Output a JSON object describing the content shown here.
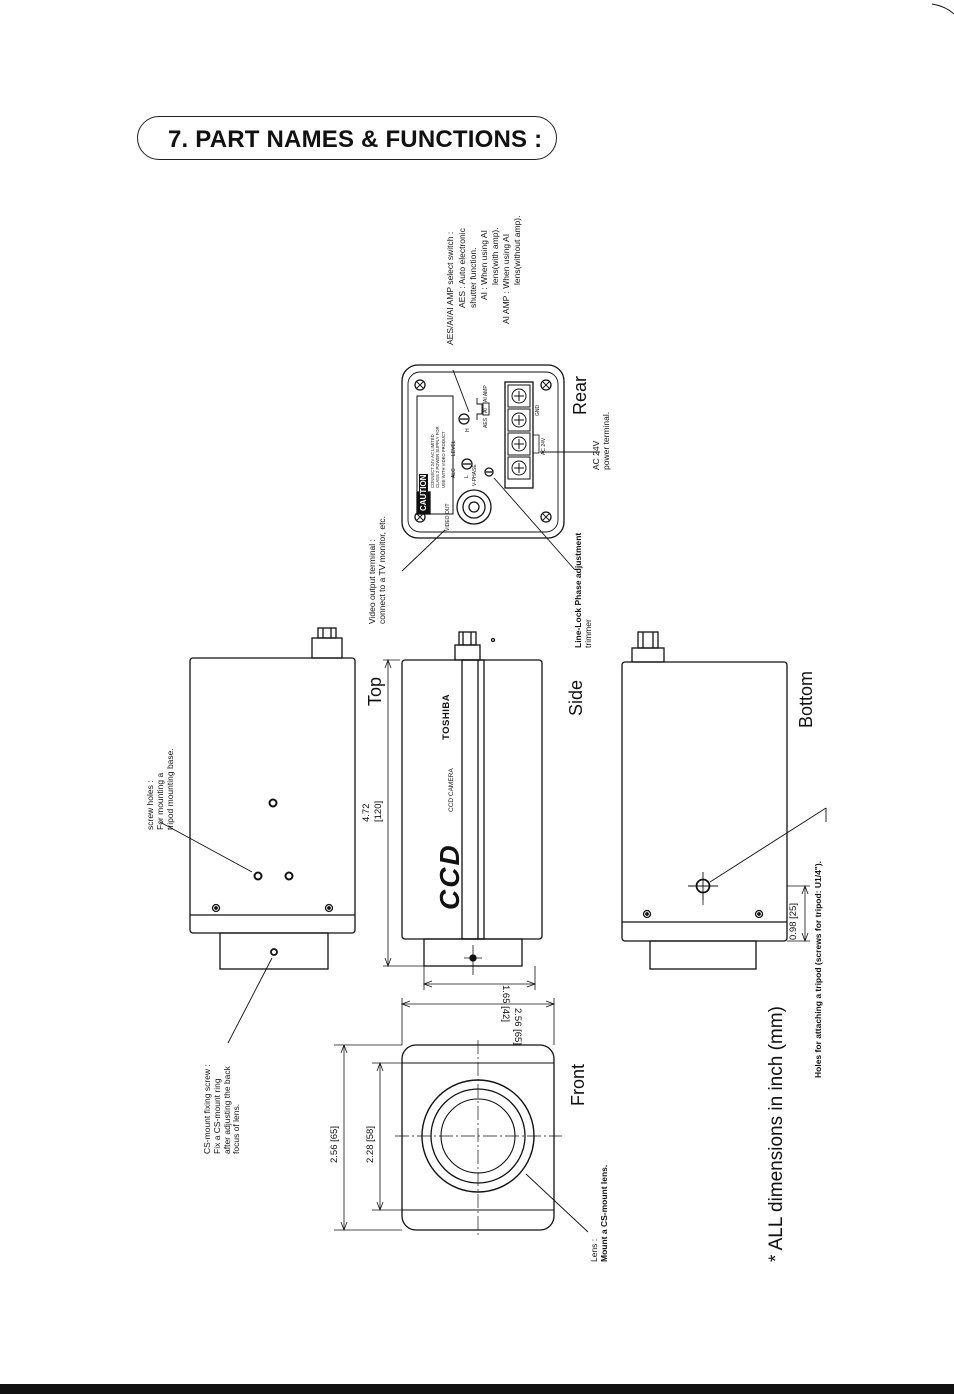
{
  "title": "7. PART NAMES & FUNCTIONS :",
  "views": {
    "top": "Top",
    "side": "Side",
    "bottom": "Bottom",
    "front": "Front",
    "rear": "Rear"
  },
  "footnote": "* ALL dimensions in inch (mm)",
  "brand": {
    "ccd": "CCD",
    "ccd_camera": "CCD CAMERA",
    "toshiba": "TOSHIBA"
  },
  "dimensions": {
    "length": "4.72",
    "length_mm": "[120]",
    "lens_length": "1.65 [42]",
    "front_height": "2.56 [65]",
    "front_width": "2.56 [65]",
    "front_inner": "2.28 [58]",
    "tripod_offset": "0.98 [25]"
  },
  "callouts": {
    "screw_holes": [
      "screw holes :",
      "For mounting a",
      "tripod mounting base."
    ],
    "cs_mount": [
      "CS-mount fixing screw :",
      "Fix a CS-mount ring",
      "after adjusting the back",
      "focus of lens."
    ],
    "lens": [
      "Lens :",
      "Mount a CS-mount lens."
    ],
    "tripod_holes": "Holes for attaching a tripod (screws for tripod: U1/4\").",
    "video_output": [
      "Video output terminal :",
      "connect to a TV monitor, etc."
    ],
    "line_lock": [
      "Line-Lock Phase adjustment",
      "trimmer"
    ],
    "ac24v": [
      "AC 24V",
      "power terminal."
    ],
    "aes_switch": [
      "AES/AI/AI AMP select switch :",
      "AES : Auto electronic",
      "shutter function.",
      "AI : When using AI",
      "lens(with amp).",
      "AI AMP : When using AI",
      "lens(without amp)."
    ]
  },
  "rear_panel": {
    "caution": "CAUTION",
    "caution_text": [
      "CONNECT 24V AC LIMITED",
      "CLASS 2 POWER SUPPLY FOR",
      "USE WITH VIDEO PRODUCT"
    ],
    "video_out": "VIDEO OUT",
    "alc": "ALC",
    "level": "LEVEL",
    "l": "L",
    "h": "H",
    "v_phase": "V-PHASE",
    "aes": "AES",
    "ai": "AI",
    "ai_amp": "AI AMP",
    "gnd": "GND",
    "ac24": "AC 24V"
  }
}
